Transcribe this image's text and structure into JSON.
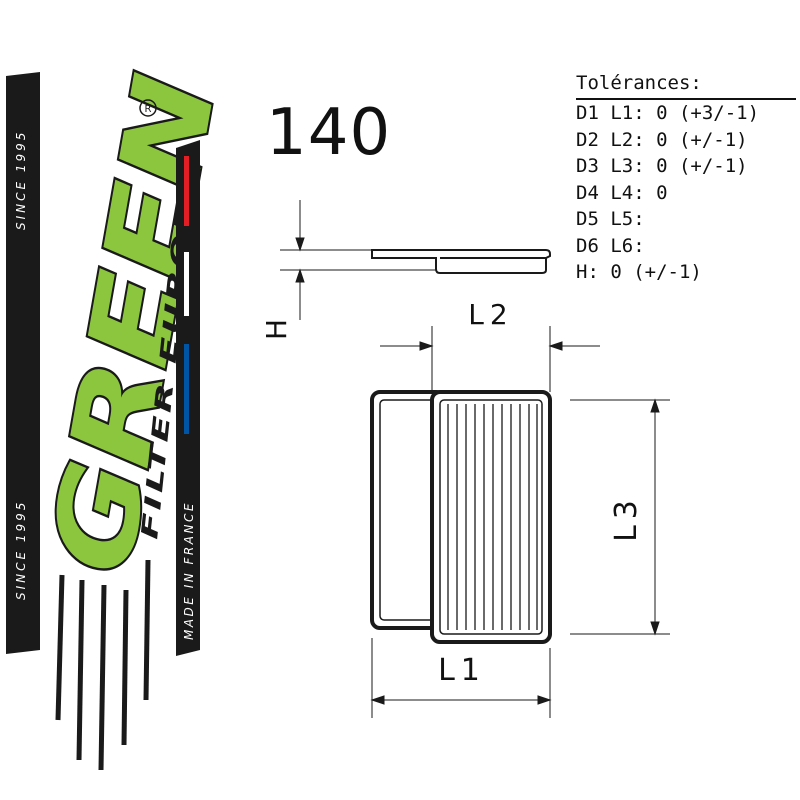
{
  "model_number": "140",
  "tolerances": {
    "title": "Tolérances:",
    "rows": [
      "D1 L1: 0 (+3/-1)",
      "D2 L2: 0 (+/-1)",
      "D3 L3: 0 (+/-1)",
      "D4 L4: 0",
      "D5 L5:",
      "D6 L6:",
      "H: 0 (+/-1)"
    ]
  },
  "dimension_labels": {
    "h": "H",
    "l1": "L1",
    "l2": "L2",
    "l3": "L3"
  },
  "logo": {
    "brand": "GREEN",
    "subtitle": "FILTER EUROPE",
    "since": "SINCE 1995",
    "made_in": "MADE IN FRANCE",
    "registered": "R",
    "colors": {
      "green": "#8cc63f",
      "dark": "#1a1a1a",
      "red": "#e31e24",
      "blue": "#0055a4"
    }
  }
}
